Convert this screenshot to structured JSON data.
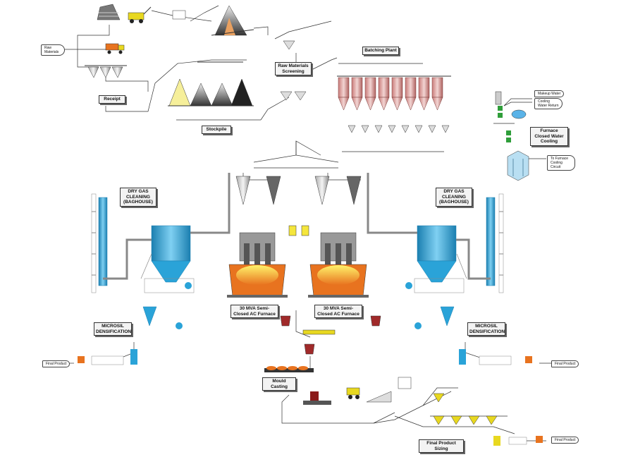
{
  "title_boxes": {
    "receipt": "Receipt",
    "stockpile": "Stockpile",
    "raw_materials_screening": "Raw Materials Screening",
    "batching_plant": "Batching Plant",
    "furnace_cooling": "Furnace Closed Water Cooling",
    "dry_gas_left": "DRY GAS CLEANING (BAGHOUSE)",
    "dry_gas_right": "DRY GAS CLEANING (BAGHOUSE)",
    "furnace_left": "30 MVA Semi-Closed AC Furnace",
    "furnace_right": "30 MVA Semi-Closed AC Furnace",
    "microsil_left": "MICROSIL DENSIFICATION",
    "microsil_right": "MICROSIL DENSIFICATION",
    "mould_casting": "Mould Casting",
    "final_product_sizing": "Final Product Sizing"
  },
  "tags": {
    "raw_materials": "Raw Materials",
    "final_product_left": "Final Product",
    "final_product_right": "Final Product",
    "final_product_bottom": "Final Product",
    "makeup_water": "Makeup Water",
    "cooling_water_return": "Cooling Water Return",
    "to_furnace": "To Furnace Cooling Circuit"
  },
  "colors": {
    "baghouse_blue": "#2aa3d8",
    "furnace_orange": "#e8731f",
    "silo_red": "#c97a78",
    "conveyor_yellow": "#e8d820",
    "machine_green": "#2f9e3a"
  }
}
